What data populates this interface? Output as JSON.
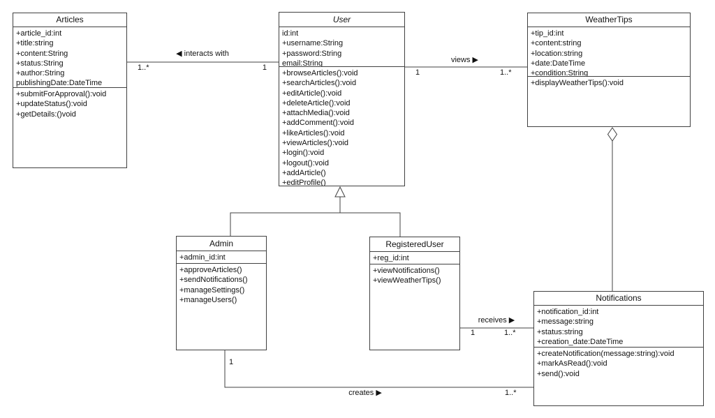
{
  "classes": {
    "articles": {
      "title": "Articles",
      "attributes": [
        "+article_id:int",
        "+title:string",
        "+content:String",
        "+status:String",
        "+author:String",
        "publishingDate:DateTime"
      ],
      "methods": [
        "+submitForApproval():void",
        "+updateStatus():void",
        "+getDetails:()void"
      ]
    },
    "user": {
      "title": "User",
      "abstract": true,
      "attributes": [
        "id:int",
        "+username:String",
        "+password:String",
        "email:String"
      ],
      "methods": [
        "+browseArticles():void",
        "+searchArticles():void",
        "+editArticle():void",
        "+deleteArticle():void",
        "+attachMedia():void",
        "+addComment():void",
        "+likeArticles():void",
        "+viewArticles():void",
        "+login():void",
        "+logout():void",
        "+addArticle()",
        "+editProfile()"
      ]
    },
    "weathertips": {
      "title": "WeatherTips",
      "attributes": [
        "+tip_id:int",
        "+content:string",
        "+location:string",
        "+date:DateTime",
        "+condition:String"
      ],
      "methods": [
        "+displayWeatherTips():void"
      ]
    },
    "admin": {
      "title": "Admin",
      "attributes": [
        "+admin_id:int"
      ],
      "methods": [
        "+approveArticles()",
        "+sendNotifications()",
        "+manageSettings()",
        "+manageUsers()"
      ]
    },
    "registereduser": {
      "title": "RegisteredUser",
      "attributes": [
        "+reg_id:int"
      ],
      "methods": [
        "+viewNotifications()",
        "+viewWeatherTips()"
      ]
    },
    "notifications": {
      "title": "Notifications",
      "attributes": [
        "+notification_id:int",
        "+message:string",
        "+status:string",
        "+creation_date:DateTime"
      ],
      "methods": [
        "+createNotification(message:string):void",
        "+markAsRead():void",
        "+send():void"
      ]
    }
  },
  "edges": {
    "interacts": {
      "type": "association",
      "label": "◀ interacts with",
      "mult_articles": "1..*",
      "mult_user": "1"
    },
    "views": {
      "type": "association",
      "label": "views ▶",
      "mult_user": "1",
      "mult_weathertips": "1..*"
    },
    "receives": {
      "type": "association",
      "label": "receives ▶",
      "mult_registereduser": "1",
      "mult_notifications": "1..*"
    },
    "creates": {
      "type": "association",
      "label": "creates ▶",
      "mult_admin": "1",
      "mult_notifications": "1..*"
    },
    "generalization": {
      "type": "generalization",
      "parent": "User",
      "children": [
        "Admin",
        "RegisteredUser"
      ]
    },
    "aggregation": {
      "type": "aggregation",
      "whole": "WeatherTips",
      "part": "Notifications"
    }
  }
}
